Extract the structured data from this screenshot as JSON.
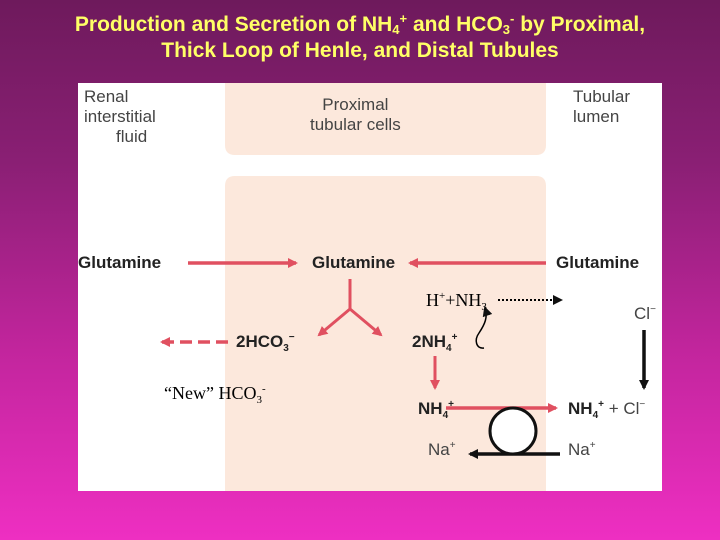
{
  "title": {
    "line1_text": "Production and Secretion of NH",
    "line1_sub": "4",
    "line1_sup": "+",
    "line1_mid": " and HCO",
    "line1_sub2": "3",
    "line1_sup2": "-",
    "line1_end": " by Proximal,",
    "line2": "Thick Loop of Henle, and Distal Tubules"
  },
  "diagram": {
    "renal_interstitial_fluid": [
      "Renal",
      "interstitial",
      "fluid"
    ],
    "proximal_tubular_cells": [
      "Proximal",
      "tubular cells"
    ],
    "tubular_lumen": [
      "Tubular",
      "lumen"
    ],
    "glutamine_left": "Glutamine",
    "glutamine_center": "Glutamine",
    "glutamine_right": "Glutamine",
    "hco3_product": {
      "coef": "2HCO",
      "sub": "3",
      "sup": "−"
    },
    "nh4_product": {
      "coef": "2NH",
      "sub": "4",
      "sup": "+"
    },
    "h_nh3": {
      "h": "H",
      "sup": "+",
      "plus": "+NH",
      "sub": "3"
    },
    "chloride_top": {
      "base": "Cl",
      "sup": "−"
    },
    "new_hco3": {
      "text": "“New”  HCO",
      "sub": "3",
      "sup": "-"
    },
    "nh4_cell": {
      "base": "NH",
      "sub": "4",
      "sup": "+"
    },
    "nh4_lumen": {
      "base": "NH",
      "sub": "4",
      "sup": "+",
      "tail": " + Cl",
      "tail_sup": "−"
    },
    "na_cell": {
      "base": "Na",
      "sup": "+"
    },
    "na_lumen": {
      "base": "Na",
      "sup": "+"
    }
  },
  "colors": {
    "arrow_red": "#e05060",
    "cell_fill": "#fce8dc",
    "title_yellow": "#ffff66"
  }
}
